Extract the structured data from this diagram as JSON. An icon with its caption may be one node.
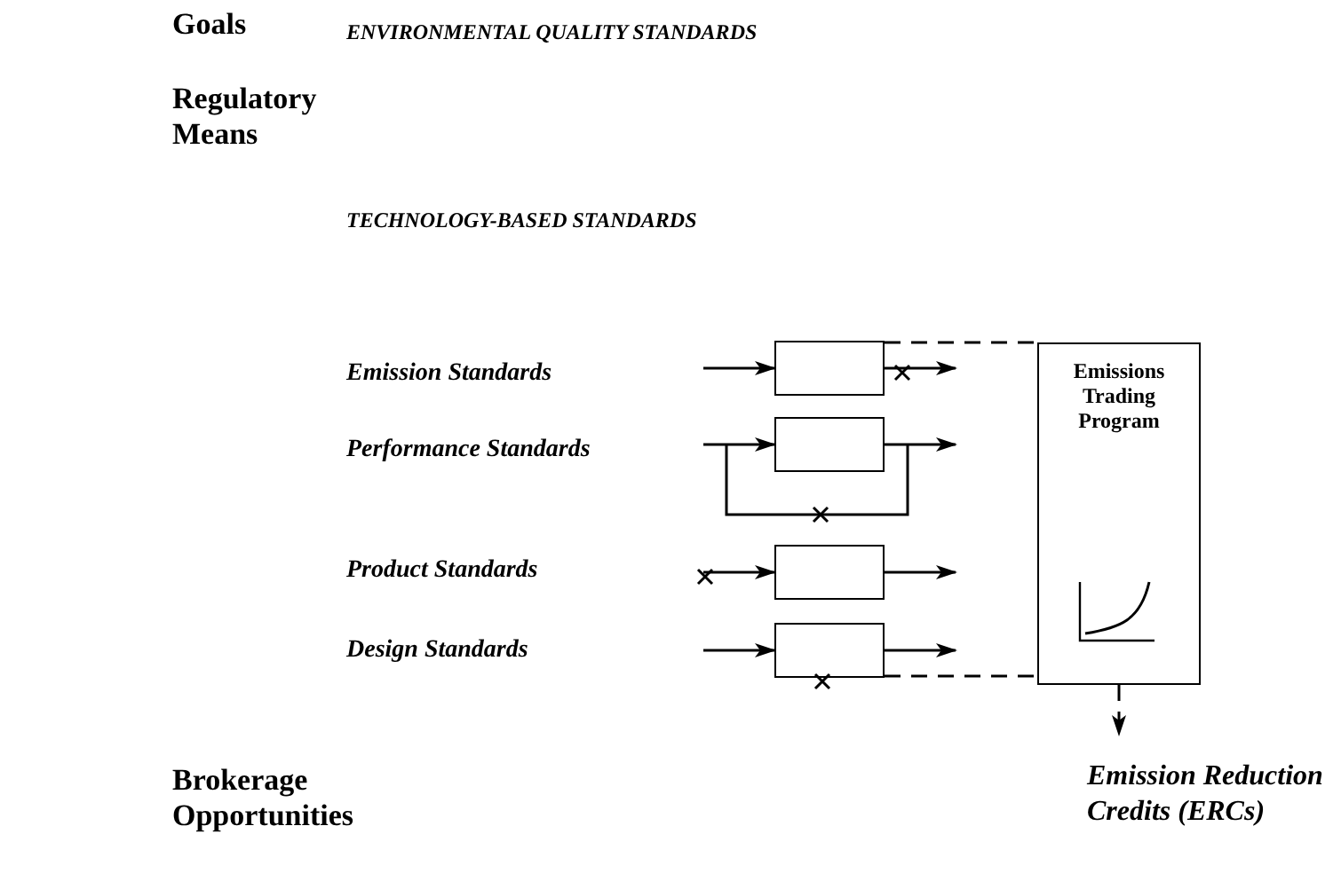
{
  "diagram": {
    "nodes": [
      {
        "text": [],
        "shape": "box"
      },
      {
        "text": [],
        "shape": "box"
      },
      {
        "text": [],
        "shape": "box"
      },
      {
        "text": [],
        "shape": "box"
      },
      {
        "text": [
          "Emissions Trading Program"
        ]
      },
      {
        "text": [
          "Emission Reduction Credits (ERCs)"
        ]
      }
    ],
    "edges": [
      {
        "from": null,
        "to": 0,
        "arrow": "to"
      },
      {
        "from": 0,
        "to": null,
        "arrow": "to"
      },
      {
        "from": null,
        "to": 1,
        "arrow": "to"
      },
      {
        "from": 1,
        "to": null,
        "arrow": "to"
      },
      {
        "from": null,
        "to": 2,
        "arrow": "to"
      },
      {
        "from": 2,
        "to": null,
        "arrow": "to"
      },
      {
        "from": null,
        "to": 3,
        "arrow": "to"
      },
      {
        "from": 3,
        "to": null,
        "arrow": "to"
      },
      {
        "from": 0,
        "to": 4,
        "arrow": "none",
        "style": "dashed"
      },
      {
        "from": 3,
        "to": 4,
        "arrow": "none",
        "style": "dashed"
      },
      {
        "from": 4,
        "to": 5,
        "arrow": "to",
        "style": "dashed"
      }
    ],
    "labels": [
      "Goals",
      "ENVIRONMENTAL QUALITY STANDARDS",
      "Regulatory Means",
      "TECHNOLOGY-BASED STANDARDS",
      "Emission Standards",
      "Performance Standards",
      "Product Standards",
      "Design Standards",
      "Brokerage Opportunities"
    ]
  }
}
